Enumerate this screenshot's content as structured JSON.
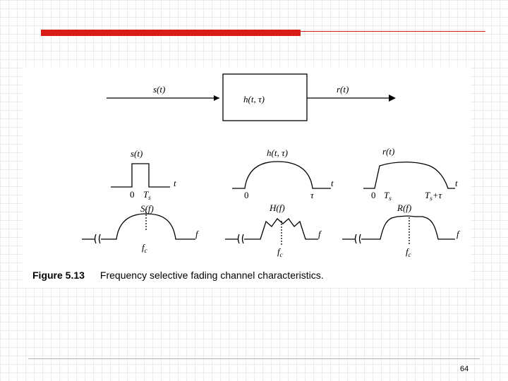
{
  "slide": {
    "page_number": "64"
  },
  "figure": {
    "block_input": "s(t)",
    "block_label": "h(t, τ)",
    "block_output": "r(t)",
    "panels": [
      {
        "title": "s(t)",
        "time_labels": [
          "0",
          "T",
          "s"
        ],
        "axis": "t",
        "freq_title": "S(f)",
        "freq_axis": "f",
        "fc": "f",
        "fc_sub": "c"
      },
      {
        "title": "h(t, τ)",
        "time_labels": [
          "0",
          "τ"
        ],
        "axis": "t",
        "freq_title": "H(f)",
        "freq_axis": "f",
        "fc": "f",
        "fc_sub": "c"
      },
      {
        "title": "r(t)",
        "time_labels": [
          "0",
          "T",
          "s",
          "T",
          "s",
          "+τ"
        ],
        "axis": "t",
        "freq_title": "R(f)",
        "freq_axis": "f",
        "fc": "f",
        "fc_sub": "c"
      }
    ],
    "caption_number": "Figure 5.13",
    "caption_text": "Frequency selective fading channel characteristics."
  }
}
